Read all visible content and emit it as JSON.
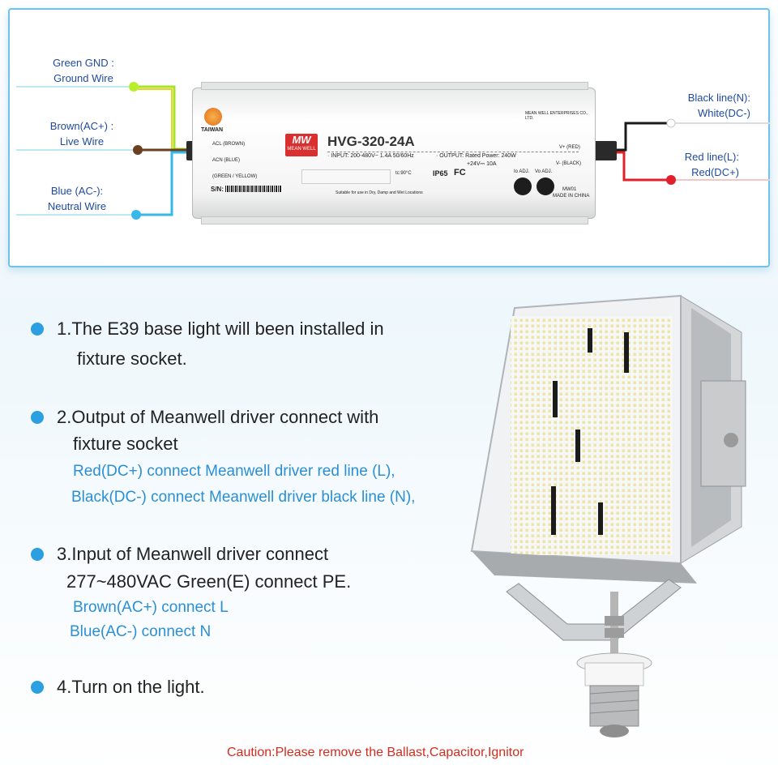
{
  "wiring": {
    "green_label_1": "Green GND :",
    "green_label_2": "Ground Wire",
    "brown_label_1": "Brown(AC+)  :",
    "brown_label_2": "Live Wire",
    "blue_label_1": "Blue (AC-):",
    "blue_label_2": "Neutral Wire",
    "black_label_1": "Black line(N):",
    "black_label_2": "White(DC-)",
    "red_label_1": "Red line(L):",
    "red_label_2": "Red(DC+)"
  },
  "colors": {
    "green_wire": "#a8e22a",
    "brown_wire": "#6b3f1f",
    "blue_wire": "#36b8e8",
    "black_wire": "#1a1a1a",
    "red_wire": "#e0202a",
    "accent": "#2c9fe0",
    "caution": "#d42b1e"
  },
  "driver": {
    "brand_small": "TAIWAN",
    "model": "HVG-320-24A",
    "mw_logo": "MW",
    "mw_sub": "MEAN WELL",
    "acl": "ACL (BROWN)",
    "acn": "ACN (BLUE)",
    "ground": "(GREEN / YELLOW)",
    "sn": "S/N:",
    "input_spec": "· INPUT: 200-480V~   1.4A   50/60Hz",
    "output_spec": "· OUTPUT: Rated Power: 240W",
    "output_spec2": "+24V⎓ 10A",
    "vplus": "V+ (RED)",
    "vminus": "V- (BLACK)",
    "io_adj": "Io ADJ.",
    "vo_adj": "Vo ADJ.",
    "ip65": "IP65",
    "fc": "FC",
    "mw01": "MW01",
    "made_in": "MADE IN CHINA",
    "suitable": "Suitable for use in Dry, Damp and Wet Locations",
    "company": "MEAN WELL ENTERPRISES CO., LTD."
  },
  "steps": {
    "s1_line1": "1.The E39 base light will been installed in",
    "s1_line2": "fixture socket.",
    "s2_line1": "2.Output of Meanwell driver connect with",
    "s2_line2": "fixture socket",
    "s2_sub1": "Red(DC+) connect Meanwell driver red line (L),",
    "s2_sub2": "Black(DC-) connect Meanwell driver black line (N),",
    "s3_line1": "3.Input of Meanwell driver connect",
    "s3_line2": "277~480VAC Green(E) connect PE.",
    "s3_sub1": "Brown(AC+) connect L",
    "s3_sub2": "Blue(AC-) connect N",
    "s4_line1": "4.Turn on the light."
  },
  "caution": "Caution:Please remove the Ballast,Capacitor,Ignitor"
}
